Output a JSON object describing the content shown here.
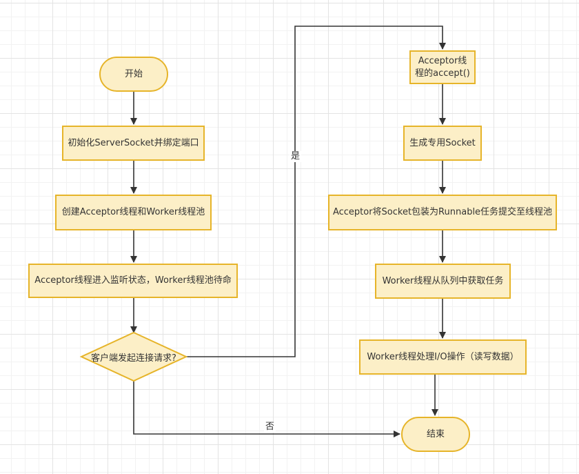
{
  "colors": {
    "node_fill": "#fcefc7",
    "node_border": "#e6b429",
    "edge": "#333333",
    "grid": "#e3e3e3"
  },
  "nodes": {
    "start": "开始",
    "init": "初始化ServerSocket并绑定端口",
    "create_pools": "创建Acceptor线程和Worker线程池",
    "listen": "Acceptor线程进入监听状态，Worker线程池待命",
    "decision": "客户端发起连接请求?",
    "accept": "Acceptor线\n程的accept()",
    "socket": "生成专用Socket",
    "wrap": "Acceptor将Socket包装为Runnable任务提交至线程池",
    "fetch": "Worker线程从队列中获取任务",
    "process": "Worker线程处理I/O操作（读写数据）",
    "end": "结束"
  },
  "edge_labels": {
    "yes": "是",
    "no": "否"
  }
}
